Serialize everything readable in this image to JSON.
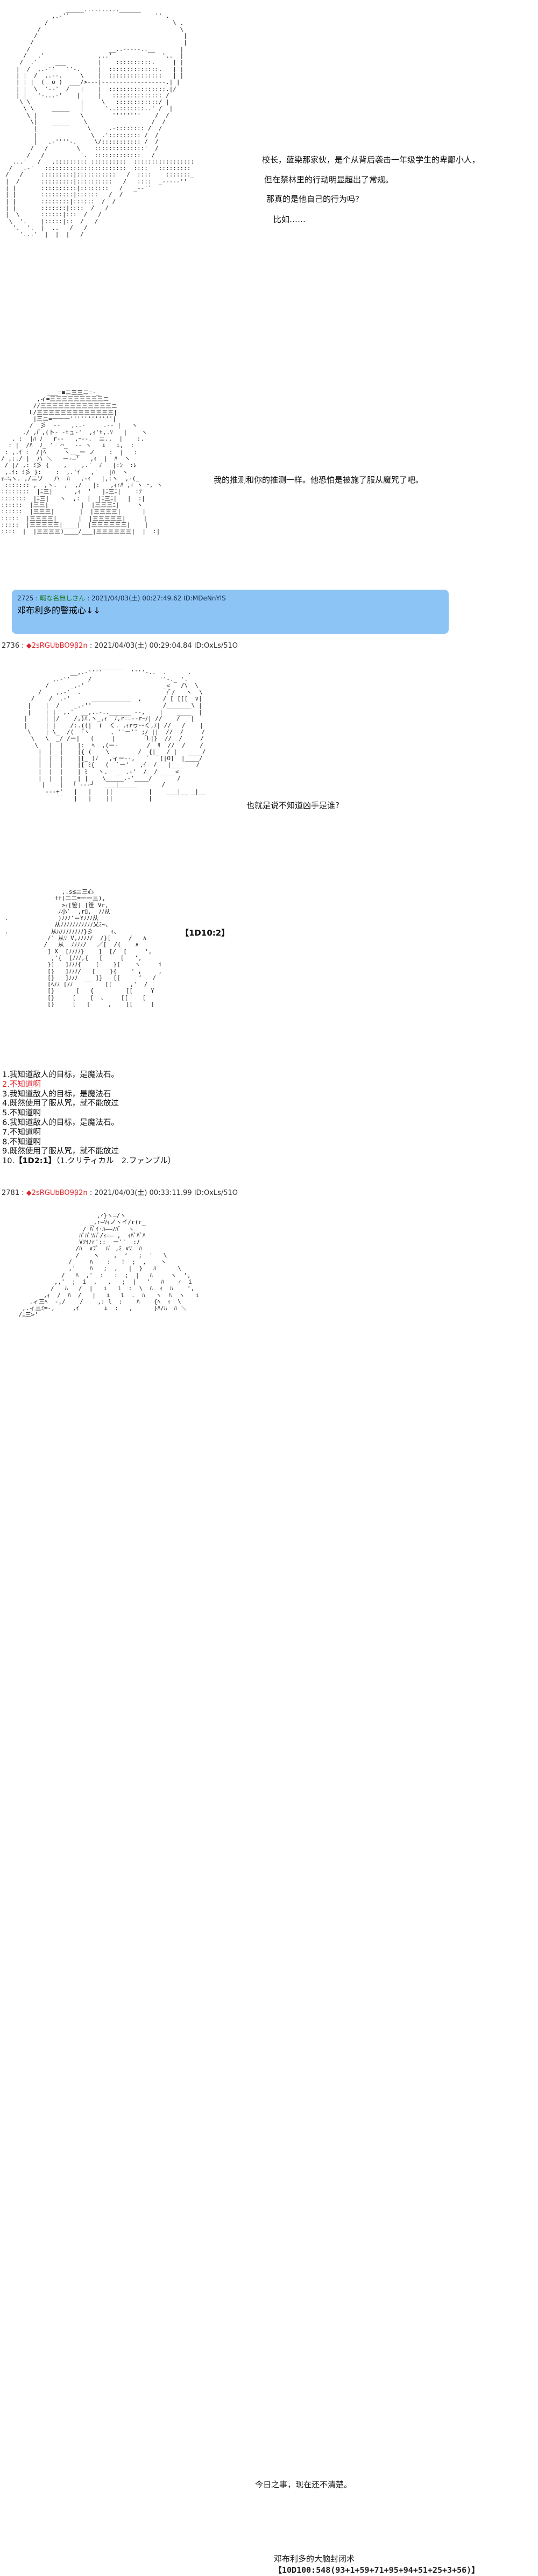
{
  "scene1": {
    "lines": [
      "校长，蓝染那家伙，是个从背后袭击一年级学生的卑鄙小人，",
      "但在禁林里的行动明显超出了常规。",
      "那真的是他自己的行为吗?",
      "比如……"
    ]
  },
  "scene2": {
    "line": "我的推测和你的推测一样。他恐怕是被施了服从魔咒了吧。"
  },
  "quote": {
    "number": "2725",
    "name": "暇な名無しさん",
    "meta": "2021/04/03(土) 00:27:49.62 ID:MDeNnYlS",
    "body": "邓布利多的警戒心↓↓"
  },
  "post1": {
    "number": "2736",
    "trip": "2sRGUbBO9β2n",
    "meta": "2021/04/03(土) 00:29:04.84 ID:OxLs/51O",
    "line": "也就是说不知道凶手是谁?",
    "dice": "【1D10:2】",
    "options": [
      "1.我知道敌人的目标，是魔法石。",
      "2.不知道啊",
      "3.我知道敌人的目标，是魔法石",
      "4.既然使用了服从咒，就不能放过",
      "5.不知道啊",
      "6.我知道敌人的目标，是魔法石。",
      "7.不知道啊",
      "8.不知道啊",
      "9.既然使用了服从咒，就不能放过"
    ],
    "option10_prefix": "10.",
    "option10_dice": "【1D2:1】",
    "option10_tail": "（1.クリティカル　2.ファンブル）"
  },
  "post2": {
    "number": "2781",
    "trip": "2sRGUbBO9β2n",
    "meta": "2021/04/03(土) 00:33:11.99 ID:OxLs/51O",
    "line": "今日之事，现在还不清楚。",
    "label": "邓布利多的大脑封闭术",
    "dice": "【10D100:548(93+1+59+71+95+94+51+25+3+56)】"
  },
  "colors": {
    "quote_bg": "#8bc4f5",
    "trip_red": "#e0262d",
    "quote_name_green": "#1a7a25"
  }
}
